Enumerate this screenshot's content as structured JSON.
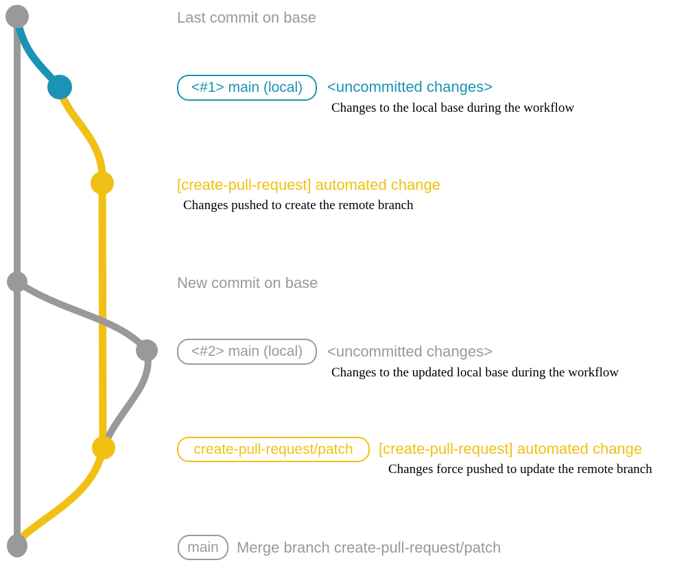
{
  "colors": {
    "gray": "#999999",
    "blue": "#1b93b5",
    "yellow": "#f0c014",
    "ink": "#000000"
  },
  "graph": {
    "type": "git-branch-diagram",
    "branches": [
      {
        "name": "base (main)",
        "color_key": "gray"
      },
      {
        "name": "main (local)",
        "color_key": "blue"
      },
      {
        "name": "create-pull-request/patch",
        "color_key": "yellow"
      }
    ],
    "commits": [
      {
        "id": "last-commit-on-base",
        "branch": "base (main)",
        "color_key": "gray"
      },
      {
        "id": "uncommitted-changes-1",
        "branch": "main (local)",
        "color_key": "blue"
      },
      {
        "id": "automated-change-1",
        "branch": "create-pull-request/patch",
        "color_key": "yellow"
      },
      {
        "id": "new-commit-on-base",
        "branch": "base (main)",
        "color_key": "gray"
      },
      {
        "id": "uncommitted-changes-2",
        "branch": "main (local)",
        "color_key": "gray"
      },
      {
        "id": "automated-change-2",
        "branch": "create-pull-request/patch",
        "color_key": "yellow"
      },
      {
        "id": "merge-commit",
        "branch": "base (main)",
        "color_key": "gray"
      }
    ]
  },
  "annotations": {
    "last_commit": "Last commit on base",
    "commit1_tag": "<#1> main (local)",
    "commit1_status": "<uncommitted changes>",
    "commit1_desc": "Changes to the local base during the workflow",
    "push1_label": "[create-pull-request] automated change",
    "push1_desc": "Changes pushed to create the remote branch",
    "new_commit": "New commit on base",
    "commit2_tag": "<#2> main (local)",
    "commit2_status": "<uncommitted changes>",
    "commit2_desc": "Changes to the updated local base during the workflow",
    "push2_tag": "create-pull-request/patch",
    "push2_label": "[create-pull-request] automated change",
    "push2_desc": "Changes force pushed to update the remote branch",
    "merge_tag": "main",
    "merge_label": "Merge branch create-pull-request/patch"
  }
}
